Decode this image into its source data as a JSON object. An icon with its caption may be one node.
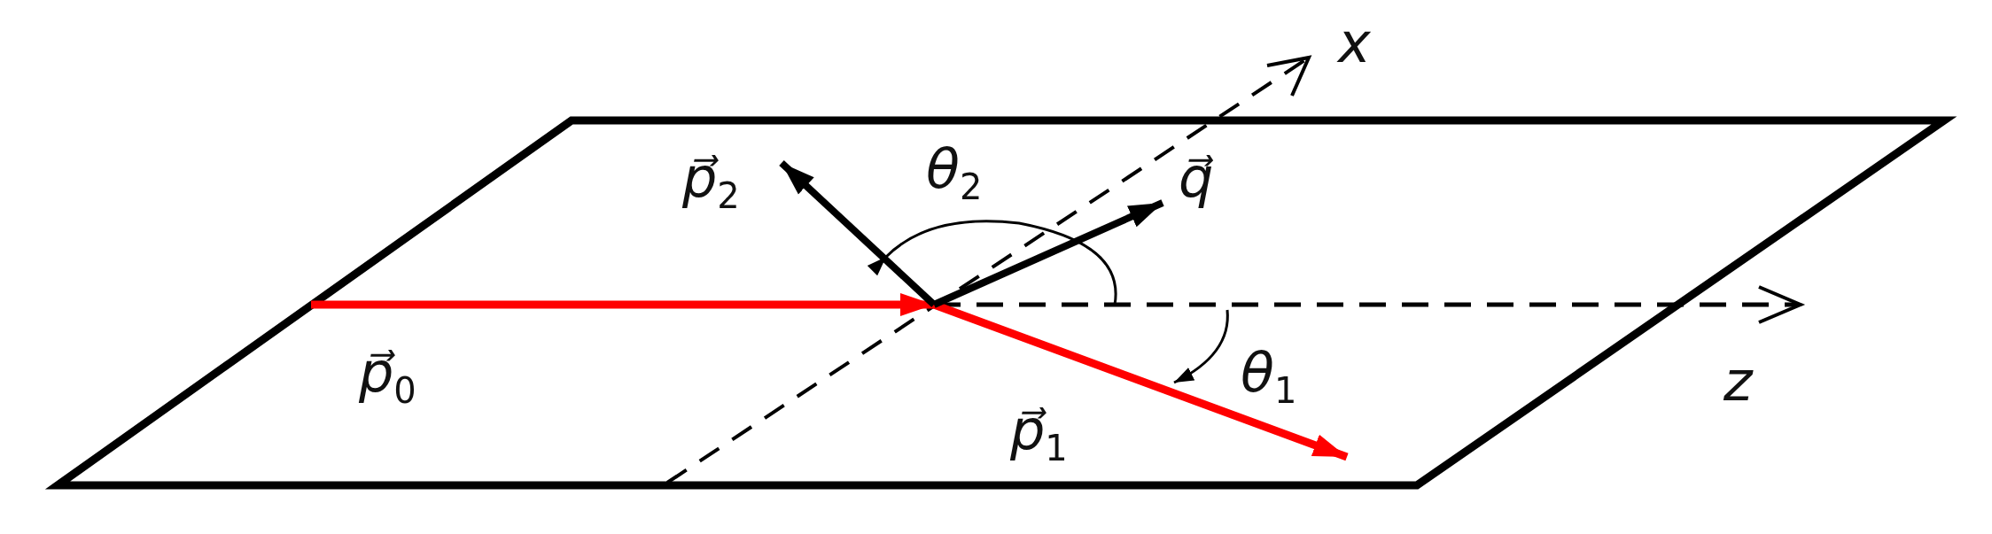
{
  "diagram": {
    "labels": [
      "x",
      "p⃗$_{2}$",
      "θ$_{2}$",
      "q⃗",
      "θ$_{1}$",
      "z",
      "p⃗$_{0}$",
      "p⃗$_{1}$"
    ]
  }
}
